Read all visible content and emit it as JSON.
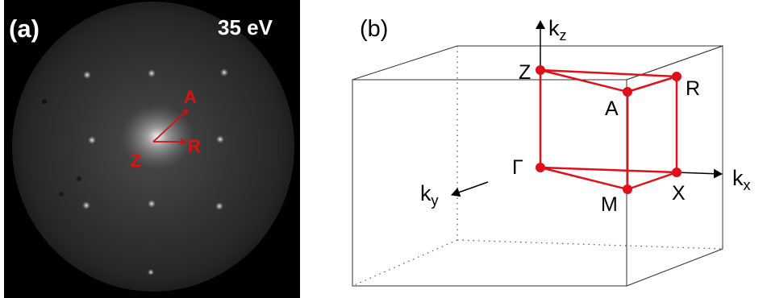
{
  "panel_a": {
    "label": "(a)",
    "energy": "35 eV",
    "arrow_labels": {
      "a": "A",
      "r": "R",
      "z": "Z"
    },
    "colors": {
      "background": "#000000",
      "text": "#ffffff",
      "accent": "#e01010"
    }
  },
  "panel_b": {
    "label": "(b)",
    "axes": {
      "kz": {
        "base": "k",
        "sub": "z"
      },
      "kx": {
        "base": "k",
        "sub": "x"
      },
      "ky": {
        "base": "k",
        "sub": "y"
      }
    },
    "points": {
      "gamma": "Γ",
      "x": "X",
      "m": "M",
      "z": "Z",
      "r": "R",
      "a": "A"
    },
    "colors": {
      "zone": "#e0101a",
      "box": "#222222",
      "axis": "#000000"
    }
  }
}
